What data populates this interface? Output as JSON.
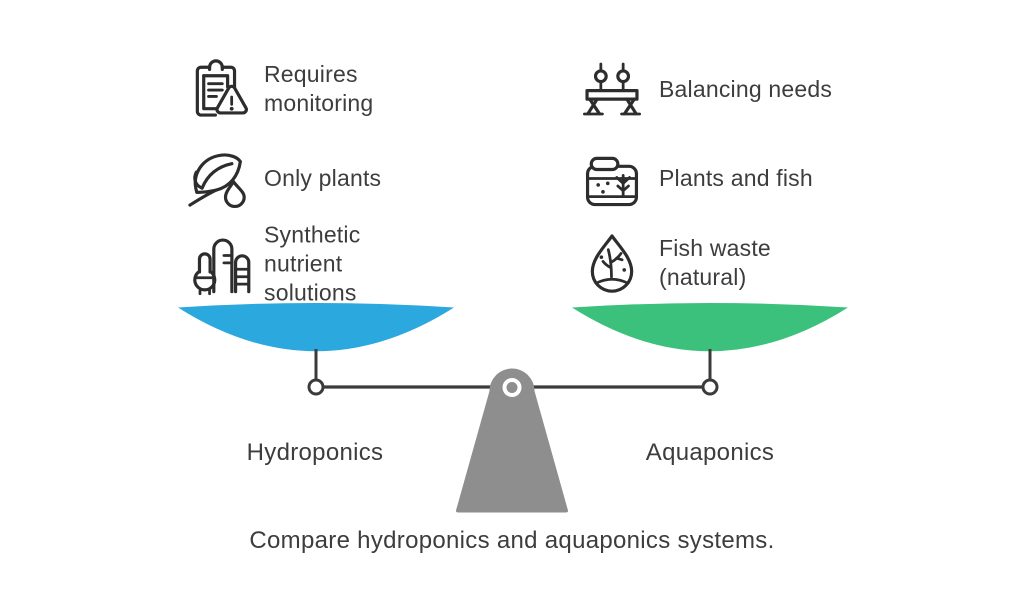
{
  "caption": "Compare hydroponics and aquaponics systems.",
  "colors": {
    "left_pan": "#2ba8dd",
    "right_pan": "#3bc17c",
    "beam": "#3b3b3b",
    "fulcrum": "#8e8e8e",
    "text": "#3d3d3d"
  },
  "left": {
    "label": "Hydroponics",
    "items": [
      {
        "icon": "clipboard-warning-icon",
        "label": "Requires\nmonitoring"
      },
      {
        "icon": "leaf-waterdrop-icon",
        "label": "Only plants"
      },
      {
        "icon": "chemical-plant-icon",
        "label": "Synthetic\nnutrient\nsolutions"
      }
    ]
  },
  "right": {
    "label": "Aquaponics",
    "items": [
      {
        "icon": "balance-beam-icon",
        "label": "Balancing needs"
      },
      {
        "icon": "aquarium-icon",
        "label": "Plants and fish"
      },
      {
        "icon": "droplet-plant-icon",
        "label": "Fish waste\n(natural)"
      }
    ]
  }
}
